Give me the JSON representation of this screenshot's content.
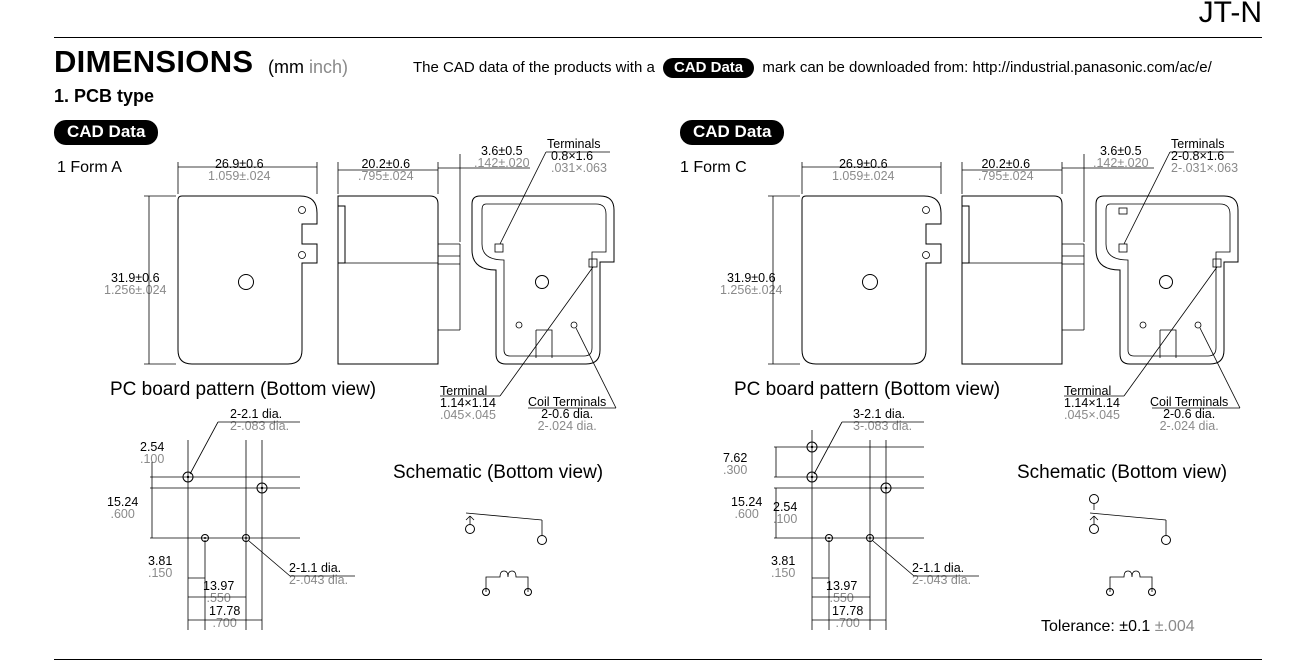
{
  "header": {
    "model": "JT-N",
    "title": "DIMENSIONS",
    "unit_mm": "(mm",
    "unit_inch": "inch)",
    "cad_note_pre": "The CAD data of the products with a",
    "cad_badge": "CAD Data",
    "cad_note_post": "mark can be downloaded from: http://industrial.panasonic.com/ac/e/",
    "section": "1. PCB type"
  },
  "left": {
    "badge": "CAD Data",
    "form": "1 Form A",
    "pcb_caption": "PC board pattern (Bottom view)",
    "schematic_caption": "Schematic (Bottom view)",
    "dims": {
      "width_mm": "26.9±0.6",
      "width_in": "1.059±.024",
      "height_mm": "31.9±0.6",
      "height_in": "1.256±.024",
      "depth_mm": "20.2±0.6",
      "depth_in": ".795±.024",
      "term_mm": "3.6±0.5",
      "term_in": ".142±.020",
      "terminals_label": "Terminals",
      "terminals_mm": "0.8×1.6",
      "terminals_in": ".031×.063",
      "terminal_label": "Terminal",
      "terminal_mm": "1.14×1.14",
      "terminal_in": ".045×.045",
      "coil_label": "Coil Terminals",
      "coil_mm": "2-0.6 dia.",
      "coil_in": "2-.024 dia."
    },
    "pcb": {
      "hole1_mm": "2-2.1 dia.",
      "hole1_in": "2-.083 dia.",
      "hole2_mm": "2-1.1 dia.",
      "hole2_in": "2-.043 dia.",
      "d254_mm": "2.54",
      "d254_in": ".100",
      "d1524_mm": "15.24",
      "d1524_in": ".600",
      "d381_mm": "3.81",
      "d381_in": ".150",
      "d1397_mm": "13.97",
      "d1397_in": ".550",
      "d1778_mm": "17.78",
      "d1778_in": ".700"
    }
  },
  "right": {
    "badge": "CAD Data",
    "form": "1 Form C",
    "pcb_caption": "PC board pattern (Bottom view)",
    "schematic_caption": "Schematic (Bottom view)",
    "dims": {
      "width_mm": "26.9±0.6",
      "width_in": "1.059±.024",
      "height_mm": "31.9±0.6",
      "height_in": "1.256±.024",
      "depth_mm": "20.2±0.6",
      "depth_in": ".795±.024",
      "term_mm": "3.6±0.5",
      "term_in": ".142±.020",
      "terminals_label": "Terminals",
      "terminals_mm": "2-0.8×1.6",
      "terminals_in": "2-.031×.063",
      "terminal_label": "Terminal",
      "terminal_mm": "1.14×1.14",
      "terminal_in": ".045×.045",
      "coil_label": "Coil Terminals",
      "coil_mm": "2-0.6 dia.",
      "coil_in": "2-.024 dia."
    },
    "pcb": {
      "hole1_mm": "3-2.1 dia.",
      "hole1_in": "3-.083 dia.",
      "hole2_mm": "2-1.1 dia.",
      "hole2_in": "2-.043 dia.",
      "d762_mm": "7.62",
      "d762_in": ".300",
      "d1524_mm": "15.24",
      "d1524_in": ".600",
      "d254_mm": "2.54",
      "d254_in": ".100",
      "d381_mm": "3.81",
      "d381_in": ".150",
      "d1397_mm": "13.97",
      "d1397_in": ".550",
      "d1778_mm": "17.78",
      "d1778_in": ".700"
    },
    "tolerance_label": "Tolerance:",
    "tolerance_mm": "±0.1",
    "tolerance_in": "±.004"
  }
}
